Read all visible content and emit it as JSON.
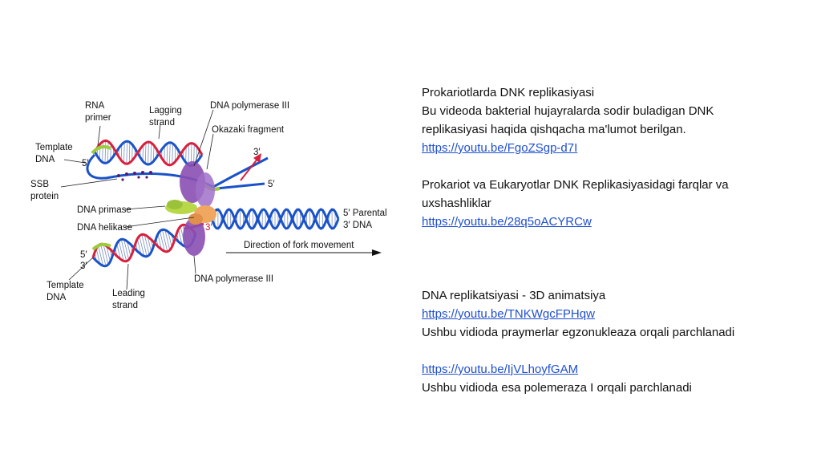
{
  "diagram": {
    "labels": {
      "rna_primer": [
        "RNA",
        "primer"
      ],
      "lagging_strand": [
        "Lagging",
        "strand"
      ],
      "dna_pol_top": "DNA polymerase III",
      "okazaki": "Okazaki fragment",
      "template_dna_top": [
        "Template",
        "DNA"
      ],
      "ssb_protein": [
        "SSB",
        "protein"
      ],
      "dna_primase": "DNA primase",
      "dna_helikase": "DNA helikase",
      "parental_dna": [
        "5′ Parental",
        "3′ DNA"
      ],
      "direction": "Direction of fork movement",
      "template_dna_bottom": [
        "Template",
        "DNA"
      ],
      "leading_strand": [
        "Leading",
        "strand"
      ],
      "dna_pol_bottom": "DNA polymerase III",
      "end_5_top": "5′",
      "end_3_top": "3′",
      "end_5_right": "5′",
      "end_3_red": "3′",
      "end_5_bottom": "5′",
      "end_3_bottom": "3′"
    },
    "colors": {
      "blue": "#1a52c8",
      "red": "#d81f3c",
      "green": "#9ccc3c",
      "purple": "#8a4fb2",
      "orange": "#f0a860"
    }
  },
  "text_panel": {
    "block1_title": "Prokariotlarda DNK replikasiyasi",
    "block1_line1": "Bu videoda bakterial hujayralarda sodir buladigan DNK",
    "block1_line2": "replikasiyasi haqida qishqacha ma'lumot berilgan.",
    "block1_link": "https://youtu.be/FgoZSgp-d7I",
    "block2_line1": "Prokariot va Eukaryotlar DNK Replikasiyasidagi farqlar va",
    "block2_line2": "uxshashliklar",
    "block2_link": "https://youtu.be/28q5oACYRCw",
    "block3_title": "DNA replikatsiyasi - 3D animatsiya",
    "block3_link": "https://youtu.be/TNKWgcFPHqw",
    "block3_desc": "Ushbu vidioda praymerlar egzonukleaza orqali parchlanadi",
    "block4_link": "https://youtu.be/IjVLhoyfGAM",
    "block4_desc": "Ushbu vidioda esa polemeraza I  orqali parchlanadi"
  }
}
